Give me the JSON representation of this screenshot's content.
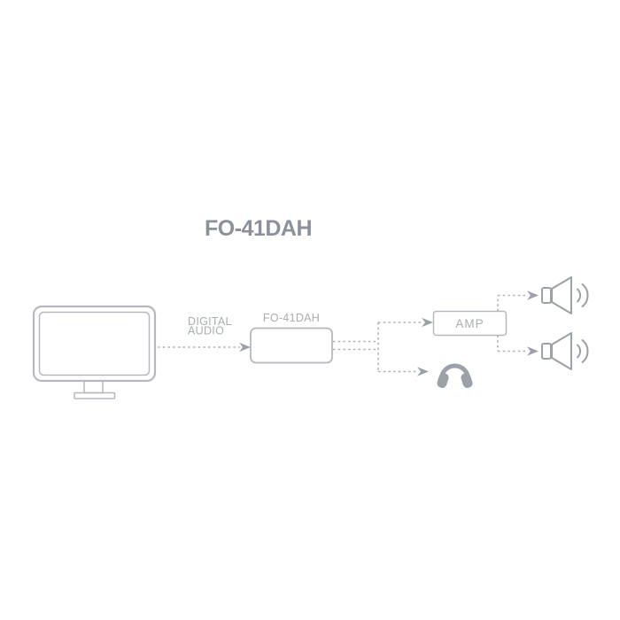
{
  "title": "FO-41DAH",
  "colors": {
    "background": "#ffffff",
    "title_text": "#8b919b",
    "box_outline": "#b5b9bf",
    "dashed_line": "#adb2b8",
    "icon_gray": "#9ba1a8",
    "label_text": "#a8adb4"
  },
  "diagram": {
    "nodes": [
      {
        "id": "display",
        "type": "icon",
        "icon": "monitor-icon",
        "label": ""
      },
      {
        "id": "converter",
        "type": "box",
        "label": "FO-41DAH"
      },
      {
        "id": "amp",
        "type": "box",
        "label": "AMP"
      },
      {
        "id": "headphones",
        "type": "icon",
        "icon": "headphones-icon",
        "label": ""
      },
      {
        "id": "speaker-top",
        "type": "icon",
        "icon": "speaker-icon",
        "label": ""
      },
      {
        "id": "speaker-bottom",
        "type": "icon",
        "icon": "speaker-icon",
        "label": ""
      }
    ],
    "link_label_lines": [
      "DIGITAL",
      "AUDIO"
    ],
    "connections": [
      {
        "from": "display",
        "to": "converter",
        "label": "DIGITAL AUDIO",
        "style": "dashed-arrow"
      },
      {
        "from": "converter",
        "to": "amp",
        "label": "",
        "style": "dashed-arrow"
      },
      {
        "from": "converter",
        "to": "headphones",
        "label": "",
        "style": "dashed-arrow"
      },
      {
        "from": "amp",
        "to": "speaker-top",
        "label": "",
        "style": "dashed-arrow"
      },
      {
        "from": "amp",
        "to": "speaker-bottom",
        "label": "",
        "style": "dashed-arrow"
      }
    ]
  }
}
